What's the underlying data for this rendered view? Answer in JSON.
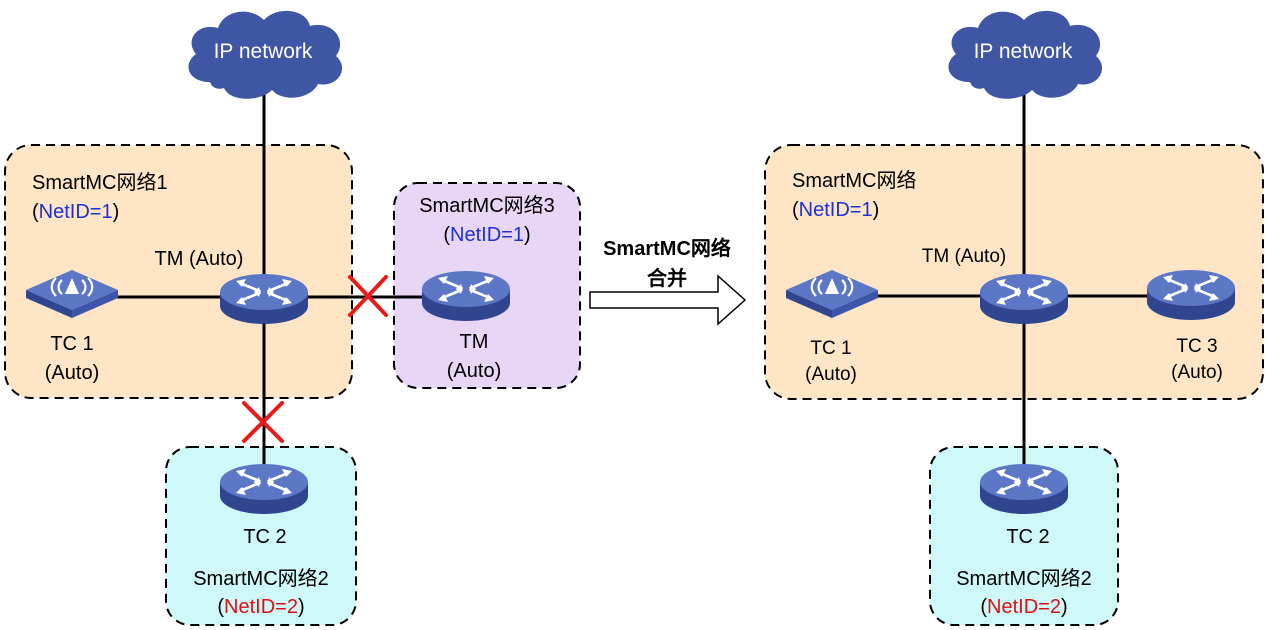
{
  "colors": {
    "cloud": "#3f56a5",
    "router": "#4a62b5",
    "zone_orange": "#fde5c6",
    "zone_purple": "#e8d6f6",
    "zone_cyan": "#cff8f8",
    "netid_blue": "#1f2fd6",
    "netid_red": "#e01010",
    "cross_red": "#e81a1a"
  },
  "left": {
    "cloud_label": "IP network",
    "net1": {
      "title": "SmartMC网络1",
      "netid_open": "(",
      "netid": "NetID=1",
      "netid_close": ")",
      "tm_label": "TM (Auto)",
      "tc1_label": "TC 1",
      "tc1_mode": "(Auto)"
    },
    "net3": {
      "title": "SmartMC网络3",
      "netid_open": "(",
      "netid": "NetID=1",
      "netid_close": ")",
      "tm_label": "TM",
      "tm_mode": "(Auto)"
    },
    "net2": {
      "tc2_label": "TC 2",
      "title": "SmartMC网络2",
      "netid_open": "(",
      "netid": "NetID=2",
      "netid_close": ")"
    }
  },
  "merge": {
    "line1": "SmartMC网络",
    "line2": "合并"
  },
  "right": {
    "cloud_label": "IP network",
    "net": {
      "title": "SmartMC网络",
      "netid_open": "(",
      "netid": "NetID=1",
      "netid_close": ")",
      "tm_label": "TM (Auto)",
      "tc1_label": "TC 1",
      "tc1_mode": "(Auto)",
      "tc3_label": "TC 3",
      "tc3_mode": "(Auto)"
    },
    "net2": {
      "tc2_label": "TC 2",
      "title": "SmartMC网络2",
      "netid_open": "(",
      "netid": "NetID=2",
      "netid_close": ")"
    }
  }
}
